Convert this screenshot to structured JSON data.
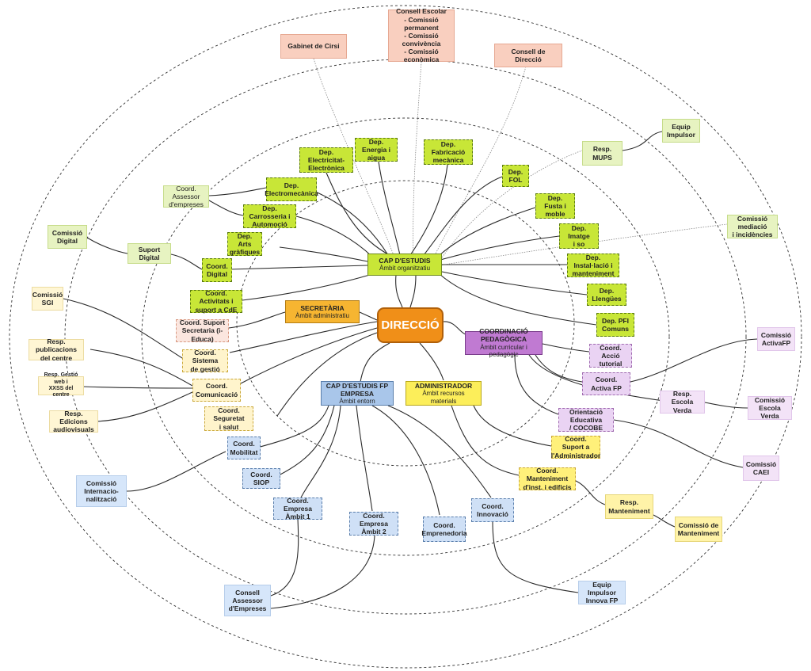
{
  "direccio": "DIRECCIÓ",
  "cap_estudis": {
    "title": "CAP D'ESTUDIS",
    "sub": "Àmbit organitzatiu"
  },
  "secretaria": {
    "title": "SECRETÀRIA",
    "sub": "Àmbit administratiu"
  },
  "coord_pedagogica": {
    "title": "COORDINACIÓ PEDAGÒGICA",
    "sub": "Àmbit curricular i pedagògic"
  },
  "cap_fp_empresa": {
    "title": "CAP D'ESTUDIS FP EMPRESA",
    "sub": "Àmbit entorn"
  },
  "administrador": {
    "title": "ADMINISTRADOR",
    "sub": "Àmbit recursos materials"
  },
  "gabinet_cirsi": "Gabinet de Cirsi",
  "consell_escolar": [
    "Consell Escolar",
    "- Comissió permanent",
    "- Comissió",
    "convivència",
    "- Comissió econòmica"
  ],
  "consell_direccio": "Consell de Direcció",
  "deps": {
    "electricitat": [
      "Dep. Electricitat-",
      "Electrònica"
    ],
    "energia": [
      "Dep. Energia i",
      "aigua"
    ],
    "fabricacio": [
      "Dep. Fabricació",
      "mecànica"
    ],
    "fol": "Dep. FOL",
    "fusta": [
      "Dep. Fusta i",
      "moble"
    ],
    "imatge": [
      "Dep. Imatge",
      "i so"
    ],
    "installacio": [
      "Dep. Instal·lació i",
      "manteniment"
    ],
    "llengues": "Dep. Llengües",
    "pfi": [
      "Dep. PFI",
      "Comuns"
    ],
    "electromecanica": [
      "Dep.",
      "Electromecànica"
    ],
    "carrosseria": [
      "Dep. Carrosseria i",
      "Automoció"
    ],
    "arts": [
      "Dep. Arts",
      "gràfiques"
    ]
  },
  "coord_digital": [
    "Coord.",
    "Digital"
  ],
  "coord_activitats": [
    "Coord. Activitats i",
    "suport a CdE"
  ],
  "coord_assessor": [
    "Coord. Assessor",
    "d'empreses"
  ],
  "suport_digital": "Suport Digital",
  "comissio_digital": [
    "Comissió",
    "Digital"
  ],
  "resp_mups": [
    "Resp.",
    "MUPS"
  ],
  "equip_impulsor": [
    "Equip",
    "Impulsor"
  ],
  "comissio_mediacio": [
    "Comissió mediació",
    "i incidències"
  ],
  "comissio_sgi": [
    "Comissió",
    "SGI"
  ],
  "coord_suport_secretaria": [
    "Coord. Suport",
    "Secretaria (i-Educa)"
  ],
  "coord_sistema_gestio": [
    "Coord. Sistema",
    "de gestió"
  ],
  "resp_publicacions": [
    "Resp. publicacions",
    "del centre"
  ],
  "resp_gestio_web": [
    "Resp. Gestió web i",
    "XXSS del centre"
  ],
  "coord_comunicacio": [
    "Coord.",
    "Comunicació"
  ],
  "resp_edicions": [
    "Resp. Edicions",
    "audiovisuals"
  ],
  "coord_seguretat": [
    "Coord. Seguretat",
    "i salut"
  ],
  "coord_accio_tutorial": [
    "Coord. Acció",
    "tutorial"
  ],
  "coord_activa_fp": "Coord. Activa FP",
  "comissio_activafp": [
    "Comissió",
    "ActivaFP"
  ],
  "resp_escola_verda": [
    "Resp.",
    "Escola Verda"
  ],
  "comissio_escola_verda": [
    "Comissió",
    "Escola Verda"
  ],
  "orientacio": [
    "Orientació Educativa",
    "/ COCOBE"
  ],
  "comissio_caei": [
    "Comissió",
    "CAEI"
  ],
  "coord_suport_admin": [
    "Coord. Suport a",
    "l'Administrador"
  ],
  "coord_manteniment": [
    "Coord. Manteniment",
    "d'inst. i edificis"
  ],
  "resp_manteniment": [
    "Resp.",
    "Manteniment"
  ],
  "comissio_manteniment": [
    "Comissió de",
    "Manteniment"
  ],
  "coord_mobilitat": [
    "Coord.",
    "Mobilitat"
  ],
  "comissio_internacionalitzacio": [
    "Comissió",
    "Internacio-",
    "nalització"
  ],
  "coord_siop": "Coord. SIOP",
  "coord_empresa_1": [
    "Coord. Empresa",
    "Àmbit 1"
  ],
  "coord_empresa_2": [
    "Coord. Empresa",
    "Àmbit 2"
  ],
  "coord_emprenedoria": [
    "Coord.",
    "Emprenedoria"
  ],
  "coord_innovacio": [
    "Coord.",
    "Innovació"
  ],
  "consell_assessor": [
    "Consell",
    "Assessor",
    "d'Empreses"
  ],
  "equip_impulsor_innova": [
    "Equip Impulsor",
    "Innova FP"
  ]
}
